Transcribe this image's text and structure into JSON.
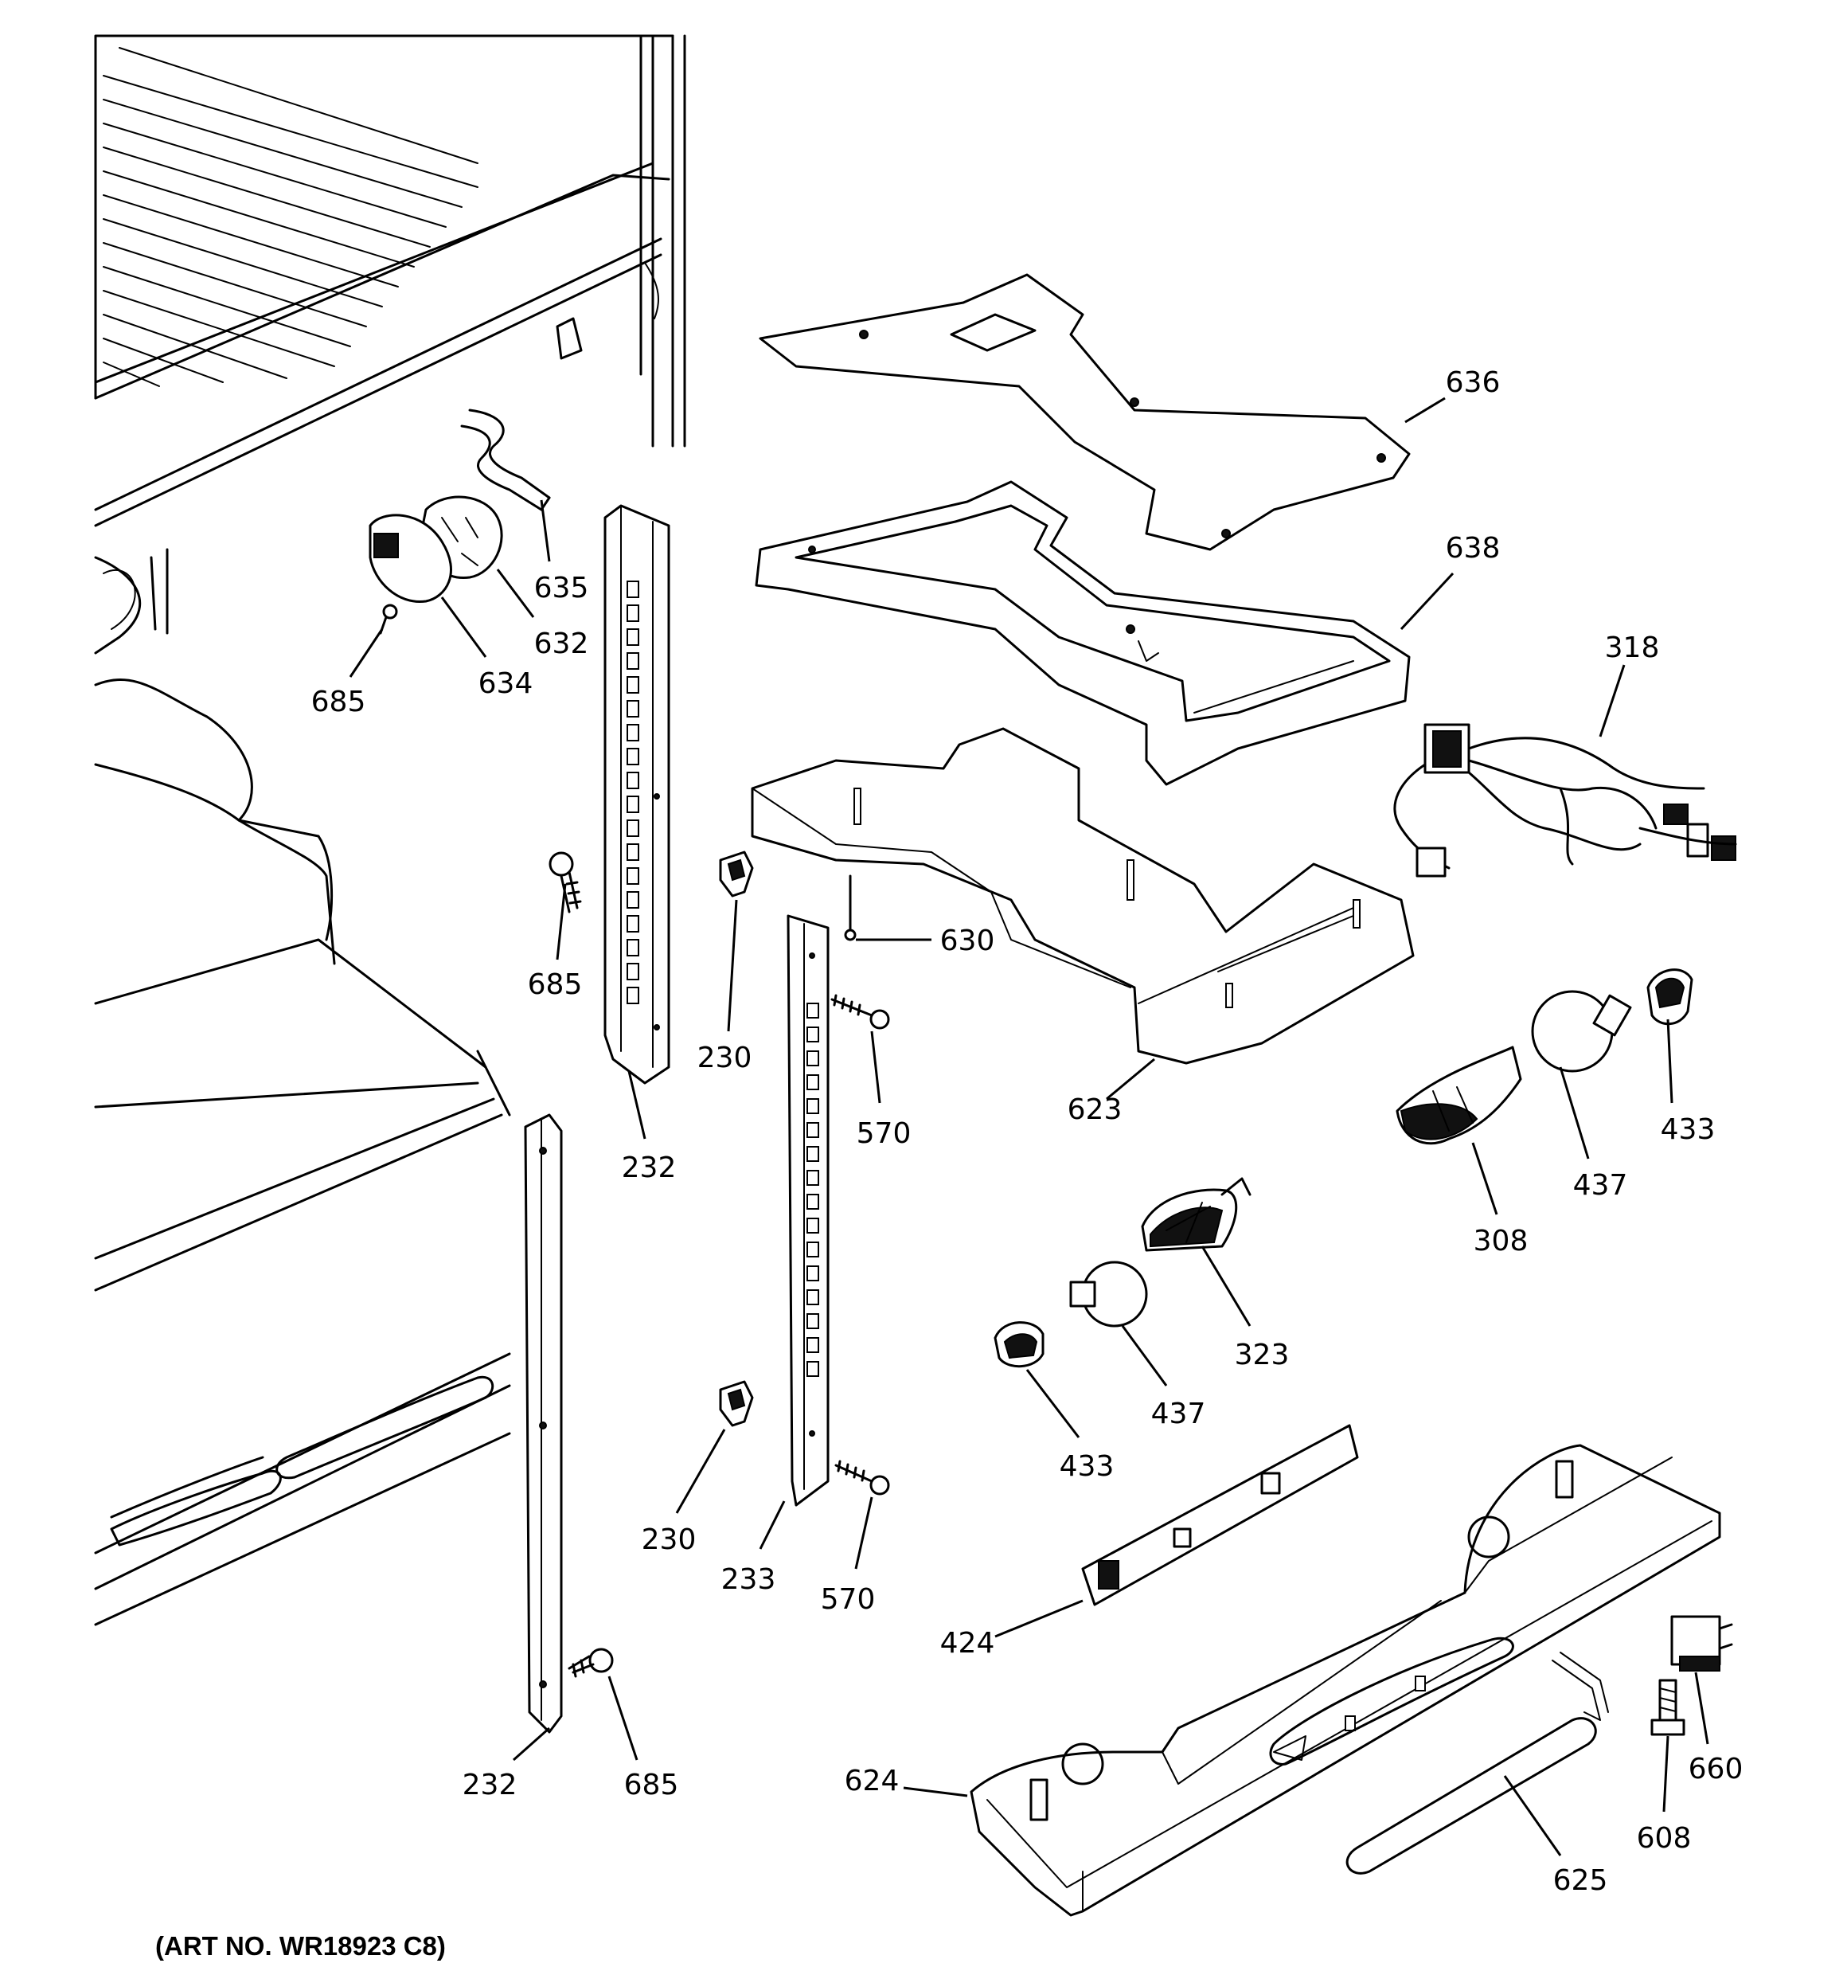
{
  "art_number": "(ART NO. WR18923 C8)",
  "callouts": [
    {
      "id": "c636",
      "text": "636"
    },
    {
      "id": "c638",
      "text": "638"
    },
    {
      "id": "c318",
      "text": "318"
    },
    {
      "id": "c635",
      "text": "635"
    },
    {
      "id": "c632",
      "text": "632"
    },
    {
      "id": "c634",
      "text": "634"
    },
    {
      "id": "c685a",
      "text": "685"
    },
    {
      "id": "c685b",
      "text": "685"
    },
    {
      "id": "c685c",
      "text": "685"
    },
    {
      "id": "c630",
      "text": "630"
    },
    {
      "id": "c230a",
      "text": "230"
    },
    {
      "id": "c230b",
      "text": "230"
    },
    {
      "id": "c570a",
      "text": "570"
    },
    {
      "id": "c570b",
      "text": "570"
    },
    {
      "id": "c232a",
      "text": "232"
    },
    {
      "id": "c232b",
      "text": "232"
    },
    {
      "id": "c233",
      "text": "233"
    },
    {
      "id": "c623",
      "text": "623"
    },
    {
      "id": "c433a",
      "text": "433"
    },
    {
      "id": "c433b",
      "text": "433"
    },
    {
      "id": "c437a",
      "text": "437"
    },
    {
      "id": "c437b",
      "text": "437"
    },
    {
      "id": "c308",
      "text": "308"
    },
    {
      "id": "c323",
      "text": "323"
    },
    {
      "id": "c424",
      "text": "424"
    },
    {
      "id": "c624",
      "text": "624"
    },
    {
      "id": "c625",
      "text": "625"
    },
    {
      "id": "c660",
      "text": "660"
    },
    {
      "id": "c608",
      "text": "608"
    }
  ]
}
